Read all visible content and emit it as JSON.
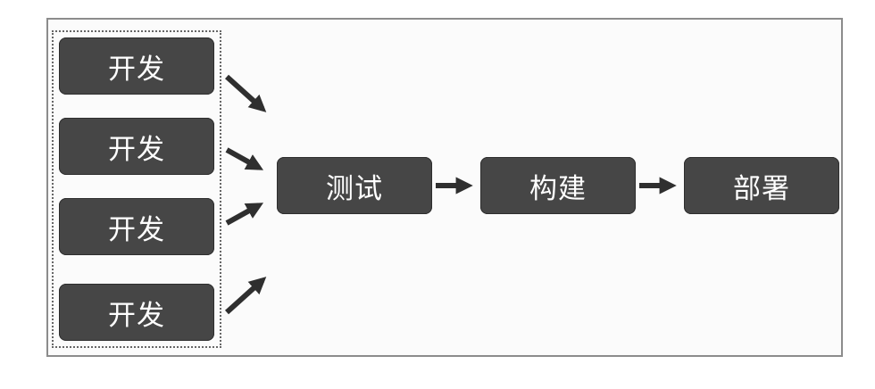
{
  "diagram": {
    "dev_nodes": [
      {
        "label": "开发"
      },
      {
        "label": "开发"
      },
      {
        "label": "开发"
      },
      {
        "label": "开发"
      }
    ],
    "pipeline": {
      "test_label": "测试",
      "build_label": "构建",
      "deploy_label": "部署"
    },
    "colors": {
      "box_fill": "#464646",
      "box_text": "#ffffff",
      "arrow": "#2f2f2f",
      "frame_border": "#8c8c8c",
      "group_border": "#666666"
    }
  }
}
